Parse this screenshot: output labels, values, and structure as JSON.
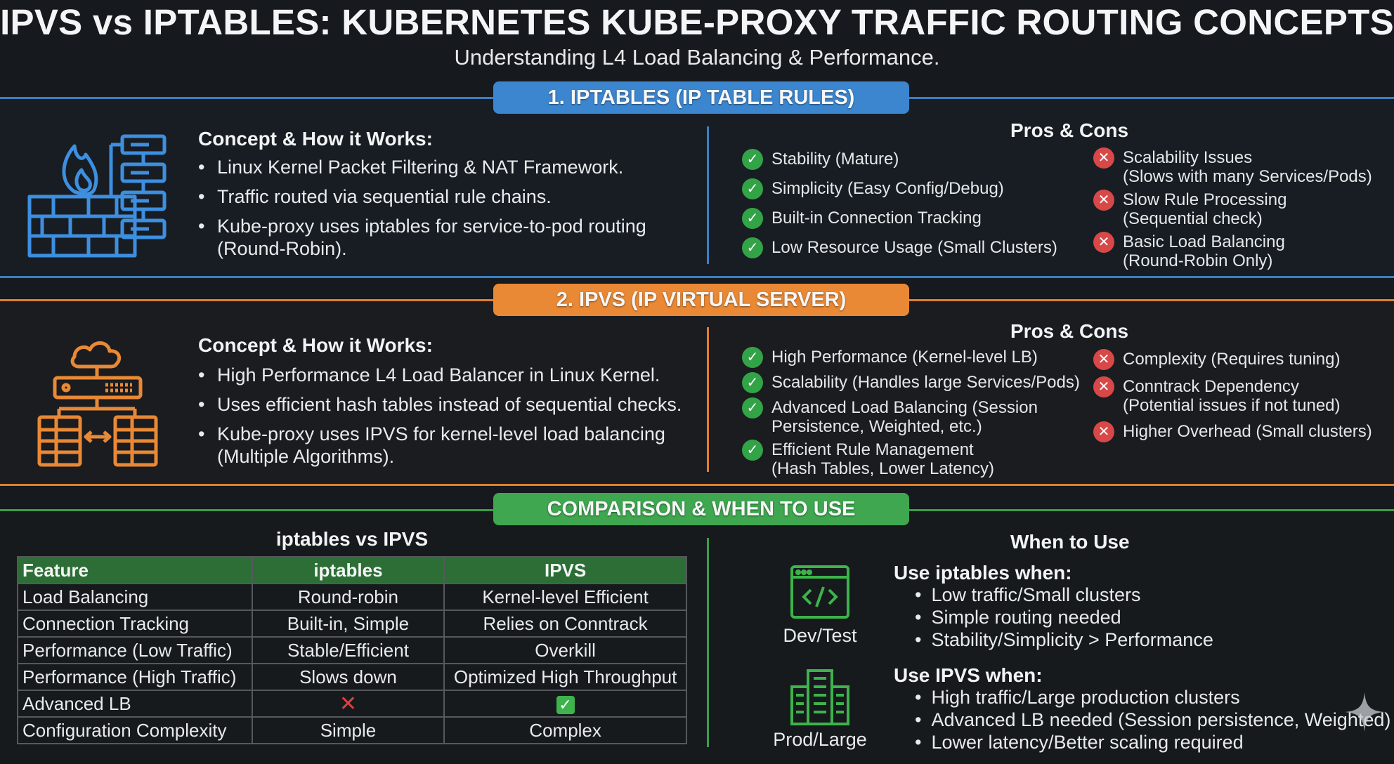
{
  "header": {
    "title": "IPVS vs IPTABLES: KUBERNETES KUBE-PROXY TRAFFIC ROUTING CONCEPTS",
    "subtitle": "Understanding L4 Load Balancing & Performance."
  },
  "colors": {
    "iptables_accent": "#3c86cf",
    "ipvs_accent": "#e98935",
    "comparison_accent": "#3ea750",
    "pro": "#33a347",
    "con": "#d84848"
  },
  "iptables": {
    "banner": "1. IPTABLES (IP TABLE RULES)",
    "icon": "firewall-rule-chain-icon",
    "concept_heading": "Concept & How it Works:",
    "bullets": [
      "Linux Kernel Packet Filtering & NAT Framework.",
      "Traffic routed via sequential rule chains.",
      "Kube-proxy uses iptables for service-to-pod routing",
      "(Round-Robin)."
    ],
    "pc_heading": "Pros & Cons",
    "pros": [
      "Stability (Mature)",
      "Simplicity (Easy Config/Debug)",
      "Built-in Connection Tracking",
      "Low Resource Usage (Small Clusters)"
    ],
    "cons": [
      [
        "Scalability Issues",
        "(Slows with many Services/Pods)"
      ],
      [
        "Slow Rule Processing",
        "(Sequential check)"
      ],
      [
        "Basic Load Balancing",
        "(Round-Robin Only)"
      ]
    ]
  },
  "ipvs": {
    "banner": "2. IPVS (IP VIRTUAL SERVER)",
    "icon": "cloud-server-cluster-icon",
    "concept_heading": "Concept & How it Works:",
    "bullets": [
      "High Performance L4 Load Balancer in Linux Kernel.",
      "Uses efficient hash tables instead of sequential checks.",
      "Kube-proxy uses IPVS for kernel-level load balancing",
      "(Multiple Algorithms)."
    ],
    "pc_heading": "Pros & Cons",
    "pros": [
      [
        "High Performance (Kernel-level LB)"
      ],
      [
        "Scalability (Handles large Services/Pods)"
      ],
      [
        "Advanced Load Balancing (Session",
        "Persistence, Weighted, etc.)"
      ],
      [
        "Efficient Rule Management",
        "(Hash Tables, Lower Latency)"
      ]
    ],
    "cons": [
      [
        "Complexity (Requires tuning)"
      ],
      [
        "Conntrack Dependency",
        "(Potential issues if not tuned)"
      ],
      [
        "Higher Overhead (Small clusters)"
      ]
    ]
  },
  "comparison": {
    "banner": "COMPARISON & WHEN TO USE",
    "table_title": "iptables vs IPVS",
    "columns": [
      "Feature",
      "iptables",
      "IPVS"
    ],
    "rows": [
      [
        "Load Balancing",
        "Round-robin",
        "Kernel-level Efficient"
      ],
      [
        "Connection Tracking",
        "Built-in, Simple",
        "Relies on Conntrack"
      ],
      [
        "Performance (Low Traffic)",
        "Stable/Efficient",
        "Overkill"
      ],
      [
        "Performance (High Traffic)",
        "Slows down",
        "Optimized High Throughput"
      ],
      [
        "Advanced LB",
        "✕",
        "✓"
      ],
      [
        "Configuration Complexity",
        "Simple",
        "Complex"
      ]
    ],
    "when_title": "When to Use",
    "dev_label": "Dev/Test",
    "prod_label": "Prod/Large",
    "use_iptables_heading": "Use iptables when:",
    "use_iptables": [
      "Low traffic/Small clusters",
      "Simple routing needed",
      "Stability/Simplicity > Performance"
    ],
    "use_ipvs_heading": "Use IPVS when:",
    "use_ipvs": [
      "High traffic/Large production clusters",
      "Advanced LB needed (Session persistence, Weighted)",
      "Lower latency/Better scaling required"
    ]
  }
}
